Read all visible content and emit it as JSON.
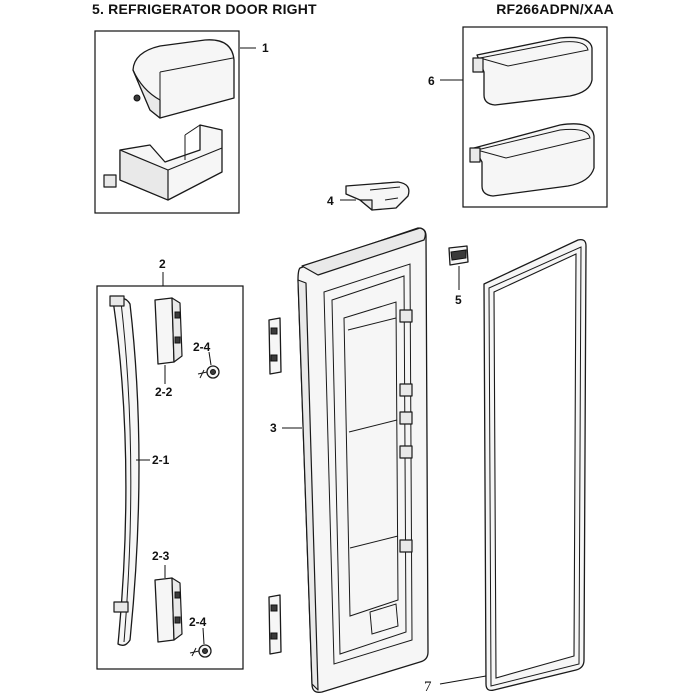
{
  "header": {
    "title": "5. REFRIGERATOR DOOR RIGHT",
    "model": "RF266ADPN/XAA"
  },
  "callouts": {
    "p1": "1",
    "p2": "2",
    "p2_1": "2-1",
    "p2_2": "2-2",
    "p2_3": "2-3",
    "p2_4a": "2-4",
    "p2_4b": "2-4",
    "p3": "3",
    "p4": "4",
    "p5": "5",
    "p6": "6",
    "p7": "7"
  }
}
